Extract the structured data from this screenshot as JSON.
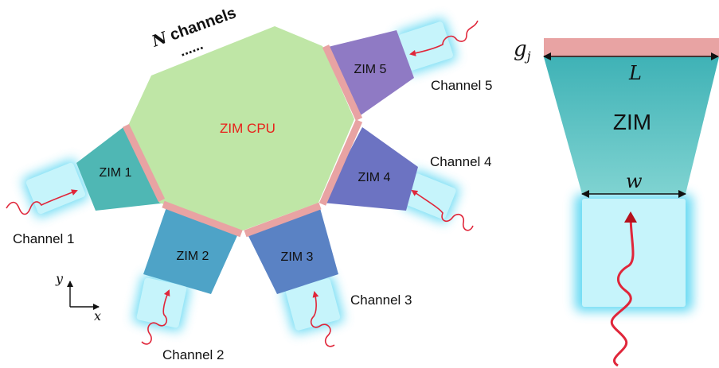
{
  "header": {
    "n_symbol": "N",
    "n_rest": " channels",
    "ellipsis": "......"
  },
  "cpu": {
    "label": "ZIM CPU",
    "label_color": "#e8201a",
    "fill": "#bfe6a6"
  },
  "zims": [
    {
      "label": "ZIM 1",
      "fill": "#4fb7b4"
    },
    {
      "label": "ZIM 2",
      "fill": "#4ea3c7"
    },
    {
      "label": "ZIM 3",
      "fill": "#5a82c4"
    },
    {
      "label": "ZIM 4",
      "fill": "#6c73c2"
    },
    {
      "label": "ZIM 5",
      "fill": "#8f7ac4"
    }
  ],
  "channels": [
    {
      "label": "Channel 1"
    },
    {
      "label": "Channel 2"
    },
    {
      "label": "Channel 3"
    },
    {
      "label": "Channel 4"
    },
    {
      "label": "Channel 5"
    }
  ],
  "axes": {
    "y": "y",
    "x": "x"
  },
  "detail": {
    "gap_symbol": "g",
    "gap_subscript": "j",
    "length_symbol": "L",
    "zim_label": "ZIM",
    "width_symbol": "w"
  },
  "colors": {
    "gap": "#e8a3a3",
    "channel_glow": "#56d6f2",
    "channel_fill": "#c6f4fb",
    "wave": "#e0263a",
    "zim_detail": "#55c1c4"
  }
}
